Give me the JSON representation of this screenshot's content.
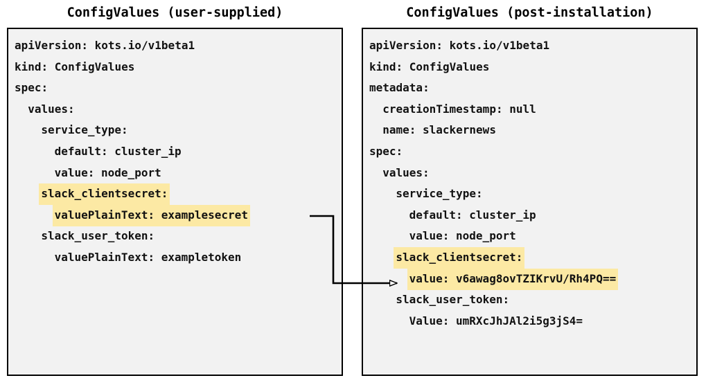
{
  "left_panel": {
    "title": "ConfigValues (user-supplied)",
    "lines": [
      {
        "indent": 0,
        "text": "apiVersion: kots.io/v1beta1",
        "highlight": false
      },
      {
        "indent": 0,
        "text": "kind: ConfigValues",
        "highlight": false
      },
      {
        "indent": 0,
        "text": "spec:",
        "highlight": false
      },
      {
        "indent": 1,
        "text": "values:",
        "highlight": false
      },
      {
        "indent": 2,
        "text": "service_type:",
        "highlight": false
      },
      {
        "indent": 3,
        "text": "default: cluster_ip",
        "highlight": false
      },
      {
        "indent": 3,
        "text": "value: node_port",
        "highlight": false
      },
      {
        "indent": 2,
        "text": "slack_clientsecret:",
        "highlight": true
      },
      {
        "indent": 3,
        "text": "valuePlainText: examplesecret",
        "highlight": true
      },
      {
        "indent": 2,
        "text": "slack_user_token:",
        "highlight": false
      },
      {
        "indent": 3,
        "text": "valuePlainText: exampletoken",
        "highlight": false
      }
    ]
  },
  "right_panel": {
    "title": "ConfigValues (post-installation)",
    "lines": [
      {
        "indent": 0,
        "text": "apiVersion: kots.io/v1beta1",
        "highlight": false
      },
      {
        "indent": 0,
        "text": "kind: ConfigValues",
        "highlight": false
      },
      {
        "indent": 0,
        "text": "metadata:",
        "highlight": false
      },
      {
        "indent": 1,
        "text": "creationTimestamp: null",
        "highlight": false
      },
      {
        "indent": 1,
        "text": "name: slackernews",
        "highlight": false
      },
      {
        "indent": 0,
        "text": "spec:",
        "highlight": false
      },
      {
        "indent": 1,
        "text": "values:",
        "highlight": false
      },
      {
        "indent": 2,
        "text": "service_type:",
        "highlight": false
      },
      {
        "indent": 3,
        "text": "default: cluster_ip",
        "highlight": false
      },
      {
        "indent": 3,
        "text": "value: node_port",
        "highlight": false
      },
      {
        "indent": 2,
        "text": "slack_clientsecret:",
        "highlight": true
      },
      {
        "indent": 3,
        "text": "value: v6awag8ovTZIKrvU/Rh4PQ==",
        "highlight": true
      },
      {
        "indent": 2,
        "text": "slack_user_token:",
        "highlight": false
      },
      {
        "indent": 3,
        "text": "Value: umRXcJhJAl2i5g3jS4=",
        "highlight": false
      }
    ]
  },
  "connector": {
    "name": "secret-encryption-arrow",
    "description": "arrow from user-supplied slack_clientsecret valuePlainText to post-installation encrypted value",
    "color": "#000000"
  },
  "colors": {
    "highlight": "#fce9a4",
    "panel_background": "#f2f2f2",
    "panel_border": "#000000",
    "text": "#111111",
    "page_background": "#ffffff"
  }
}
